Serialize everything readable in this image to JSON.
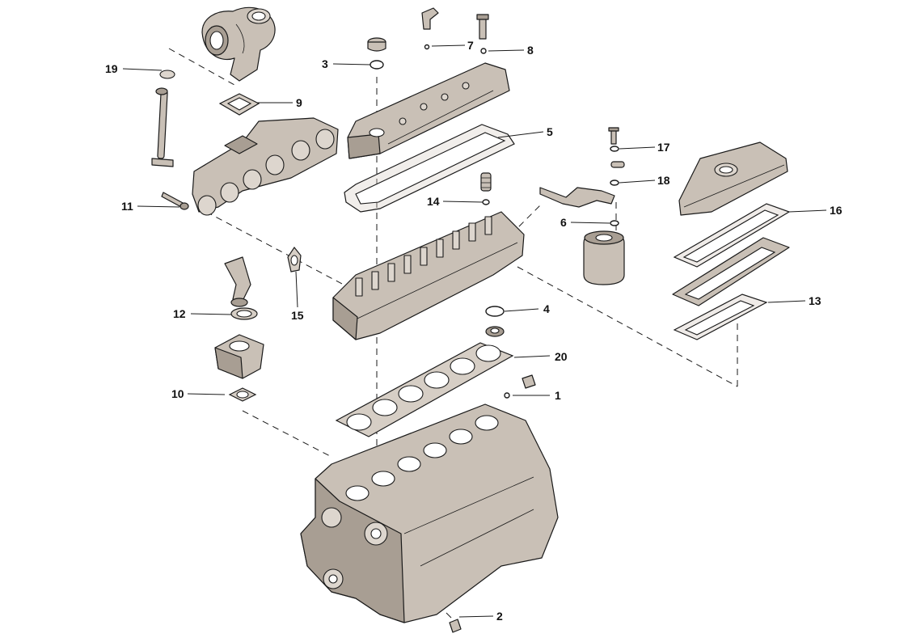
{
  "callouts": [
    {
      "id": "1",
      "label": "1"
    },
    {
      "id": "2",
      "label": "2"
    },
    {
      "id": "3",
      "label": "3"
    },
    {
      "id": "4",
      "label": "4"
    },
    {
      "id": "5",
      "label": "5"
    },
    {
      "id": "6",
      "label": "6"
    },
    {
      "id": "7",
      "label": "7"
    },
    {
      "id": "8",
      "label": "8"
    },
    {
      "id": "9",
      "label": "9"
    },
    {
      "id": "10",
      "label": "10"
    },
    {
      "id": "11",
      "label": "11"
    },
    {
      "id": "12",
      "label": "12"
    },
    {
      "id": "13",
      "label": "13"
    },
    {
      "id": "14",
      "label": "14"
    },
    {
      "id": "15",
      "label": "15"
    },
    {
      "id": "16",
      "label": "16"
    },
    {
      "id": "17",
      "label": "17"
    },
    {
      "id": "18",
      "label": "18"
    },
    {
      "id": "19",
      "label": "19"
    },
    {
      "id": "20",
      "label": "20"
    }
  ],
  "colors": {
    "part_fill": "#c9c0b6",
    "part_shade": "#a89e93",
    "outline": "#1a1a1a",
    "background": "#ffffff"
  }
}
